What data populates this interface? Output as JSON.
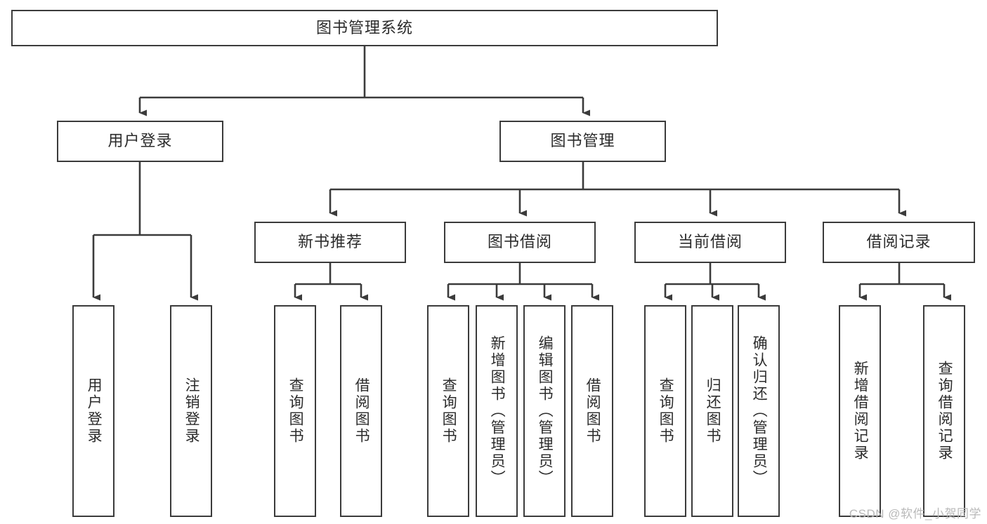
{
  "diagram": {
    "type": "tree-hierarchy",
    "title": "图书管理系统",
    "root": {
      "id": "root",
      "label": "图书管理系统",
      "level": 0
    },
    "level1": [
      {
        "id": "user-login",
        "label": "用户登录"
      },
      {
        "id": "book-management",
        "label": "图书管理"
      }
    ],
    "level2": [
      {
        "id": "new-book-recommend",
        "label": "新书推荐",
        "parent": "book-management"
      },
      {
        "id": "book-borrow",
        "label": "图书借阅",
        "parent": "book-management"
      },
      {
        "id": "current-borrow",
        "label": "当前借阅",
        "parent": "book-management"
      },
      {
        "id": "borrow-record",
        "label": "借阅记录",
        "parent": "book-management"
      }
    ],
    "leaves": {
      "user-login": [
        {
          "id": "leaf-user-login",
          "label": "用户登录"
        },
        {
          "id": "leaf-user-logout",
          "label": "注销登录"
        }
      ],
      "new-book-recommend": [
        {
          "id": "leaf-query-book-1",
          "label": "查询图书"
        },
        {
          "id": "leaf-borrow-book-1",
          "label": "借阅图书"
        }
      ],
      "book-borrow": [
        {
          "id": "leaf-query-book-2",
          "label": "查询图书"
        },
        {
          "id": "leaf-add-book",
          "label": "新增图书（管理员）"
        },
        {
          "id": "leaf-edit-book",
          "label": "编辑图书（管理员）"
        },
        {
          "id": "leaf-borrow-book-2",
          "label": "借阅图书"
        }
      ],
      "current-borrow": [
        {
          "id": "leaf-query-book-3",
          "label": "查询图书"
        },
        {
          "id": "leaf-return-book",
          "label": "归还图书"
        },
        {
          "id": "leaf-confirm-return",
          "label": "确认归还（管理员）"
        }
      ],
      "borrow-record": [
        {
          "id": "leaf-add-record",
          "label": "新增借阅记录"
        },
        {
          "id": "leaf-query-record",
          "label": "查询借阅记录"
        }
      ]
    }
  },
  "watermark": {
    "text": "CSDN @软件_小贺同学"
  },
  "colors": {
    "border": "#3b3b3b",
    "text": "#2b2b2b",
    "background": "#ffffff",
    "edge": "#3b3b3b",
    "watermark": "#b9b9b9"
  }
}
